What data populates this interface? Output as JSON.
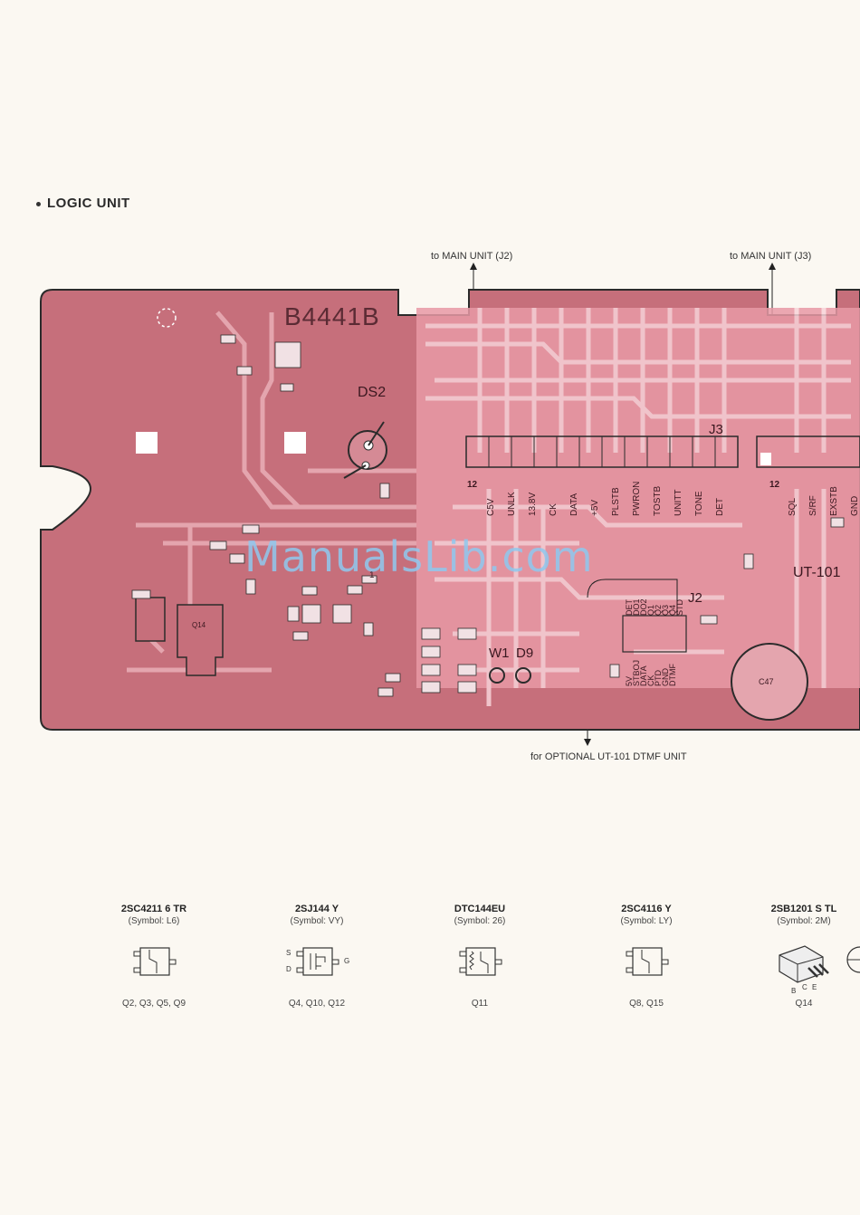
{
  "title": "LOGIC UNIT",
  "connectors": {
    "main_j2": "to MAIN UNIT (J2)",
    "main_j3": "to MAIN UNIT (J3)",
    "optional": "for OPTIONAL UT-101 DTMF UNIT"
  },
  "board": {
    "id": "B4441B",
    "ds2": "DS2",
    "j3": "J3",
    "j2": "J2",
    "ut": "UT-101",
    "w1": "W1",
    "d9": "D9",
    "q14": "Q14",
    "c47": "C47",
    "pin12_a": "12",
    "pin12_b": "12",
    "pin1": "1"
  },
  "j3_pins": [
    "C5V",
    "UNLK",
    "13.8V",
    "CK",
    "DATA",
    "+5V",
    "PLSTB",
    "PWRON",
    "TOSTB",
    "UNITT",
    "TONE",
    "DET"
  ],
  "j3b_pins": [
    "SQL",
    "S/RF",
    "EXSTB",
    "GND"
  ],
  "j2_top_pins": [
    "DET",
    "DO1",
    "DO2",
    "Q1",
    "Q2",
    "Q3",
    "Q4",
    "STD"
  ],
  "j2_bottom_pins": [
    "5V",
    "STBOJ",
    "DATA",
    "CK",
    "PTD",
    "GND",
    "DTMF"
  ],
  "watermark": "ManualsLib.com",
  "components": [
    {
      "name": "2SC4211 6 TR",
      "symbol": "(Symbol: L6)",
      "refs": "Q2, Q3, Q5, Q9",
      "icon": "sot23-transistor-icon"
    },
    {
      "name": "2SJ144 Y",
      "symbol": "(Symbol: VY)",
      "refs": "Q4, Q10, Q12",
      "icon": "fet-icon",
      "pins": [
        "S",
        "D",
        "G"
      ]
    },
    {
      "name": "DTC144EU",
      "symbol": "(Symbol: 26)",
      "refs": "Q11",
      "icon": "digital-transistor-icon"
    },
    {
      "name": "2SC4116 Y",
      "symbol": "(Symbol: LY)",
      "refs": "Q8, Q15",
      "icon": "sot23-transistor-icon"
    },
    {
      "name": "2SB1201 S TL",
      "symbol": "(Symbol: 2M)",
      "refs": "Q14",
      "icon": "power-transistor-icon",
      "pins": [
        "B",
        "C",
        "E"
      ]
    }
  ],
  "colors": {
    "board": "#c66f7b",
    "trace": "#f3c1c9",
    "outline": "#2b2b2b"
  }
}
